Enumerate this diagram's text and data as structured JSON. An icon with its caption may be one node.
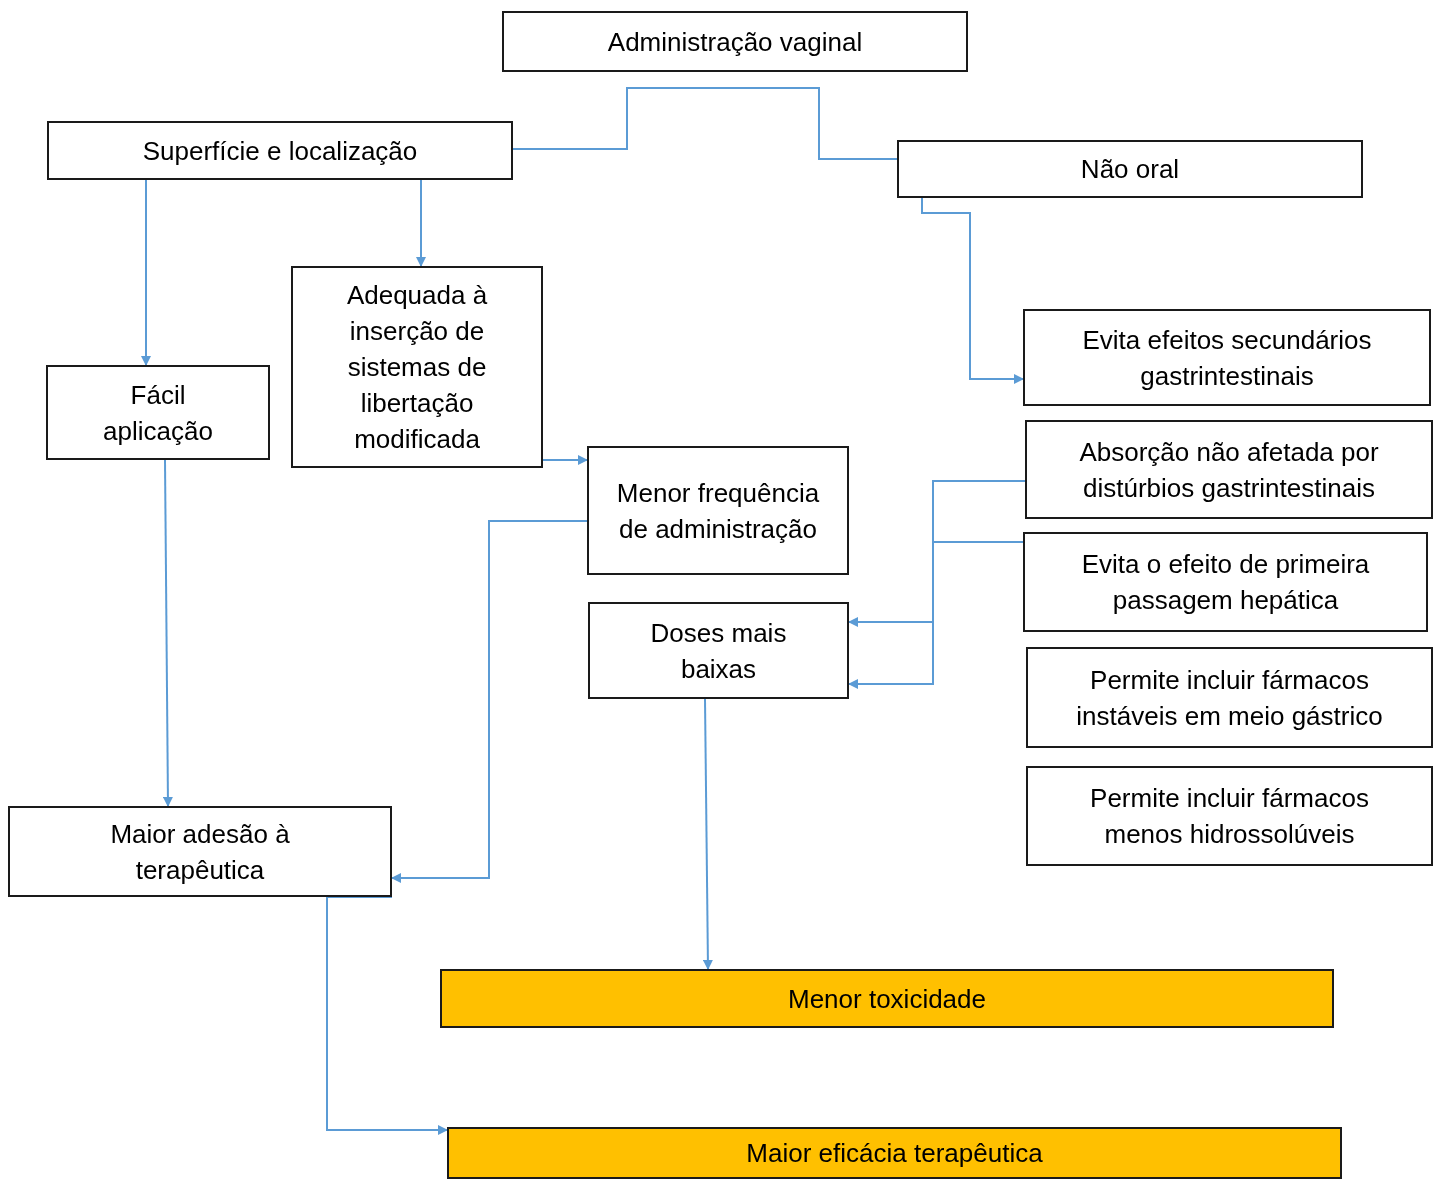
{
  "diagram": {
    "nodes": [
      {
        "text": [
          "Administração vaginal"
        ]
      },
      {
        "text": [
          "Superfície e localização"
        ]
      },
      {
        "text": [
          "Não oral"
        ]
      },
      {
        "text": [
          "Fácil aplicação"
        ]
      },
      {
        "text": [
          "Adequada à inserção de sistemas de libertação modificada"
        ]
      },
      {
        "text": [
          "Evita efeitos secundários gastrintestinais"
        ]
      },
      {
        "text": [
          "Menor frequência de administração"
        ]
      },
      {
        "text": [
          "Absorção não afetada por distúrbios gastrintestinais"
        ]
      },
      {
        "text": [
          "Evita o efeito de primeira passagem hepática"
        ]
      },
      {
        "text": [
          "Doses mais baixas"
        ]
      },
      {
        "text": [
          "Permite incluir fármacos instáveis em meio gástrico"
        ]
      },
      {
        "text": [
          "Permite incluir fármacos menos hidrossolúveis"
        ]
      },
      {
        "text": [
          "Maior adesão à terapêutica"
        ]
      },
      {
        "text": [
          "Menor toxicidade"
        ]
      },
      {
        "text": [
          "Maior eficácia terapêutica"
        ]
      }
    ],
    "edges": [
      {
        "from": 1,
        "to": 2,
        "arrow": "none"
      },
      {
        "from": 1,
        "to": 3,
        "arrow": "to"
      },
      {
        "from": 1,
        "to": 4,
        "arrow": "to"
      },
      {
        "from": 2,
        "to": 5,
        "arrow": "to"
      },
      {
        "from": 4,
        "to": 6,
        "arrow": "to"
      },
      {
        "from": 3,
        "to": 12,
        "arrow": "to"
      },
      {
        "from": 6,
        "to": 12,
        "arrow": "to"
      },
      {
        "from": 7,
        "to": 9,
        "arrow": "to"
      },
      {
        "from": 8,
        "to": 9,
        "arrow": "to"
      },
      {
        "from": 9,
        "to": 13,
        "arrow": "to"
      },
      {
        "from": 12,
        "to": 14,
        "arrow": "to"
      }
    ]
  }
}
